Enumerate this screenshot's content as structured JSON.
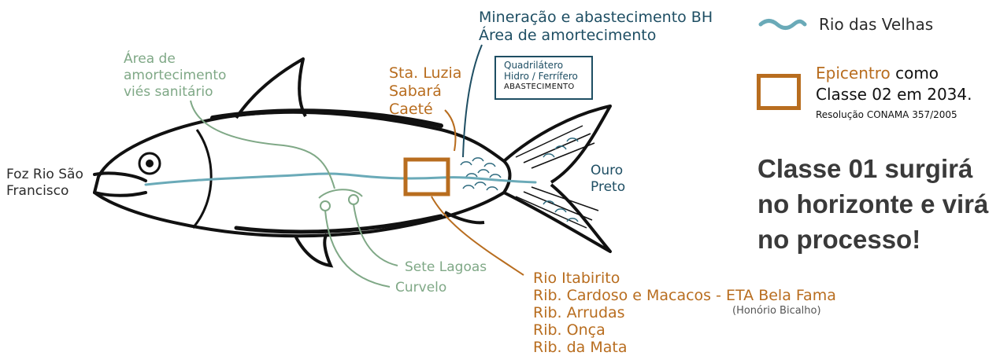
{
  "mouth_label": [
    "Foz Rio São",
    "Francisco"
  ],
  "buffer_sanitary": [
    "Área de",
    "amortecimento",
    "viés sanitário"
  ],
  "cities_east": [
    "Sta. Luzia",
    "Sabará",
    "Caeté"
  ],
  "mining_labels": [
    "Mineração e abastecimento BH",
    "Área de amortecimento"
  ],
  "quadrilatero_box": {
    "line1": "Quadrilátero",
    "line2": "Hidro / Ferrífero",
    "line3": "ABASTECIMENTO"
  },
  "ouro_preto": [
    "Ouro",
    "Preto"
  ],
  "sete_lagoas": "Sete Lagoas",
  "curvelo": "Curvelo",
  "tributaries": [
    "Rio Itabirito",
    "Rib. Cardoso e Macacos - ETA Bela Fama",
    "Rib. Arrudas",
    "Rib. Onça",
    "Rib. da Mata"
  ],
  "honorio_note": "(Honório Bicalho)",
  "legend": {
    "river_label": "Rio das Velhas",
    "epicentro_word": "Epicentro",
    "epicentro_rest": " como",
    "classe_line": "Classe 02 em 2034.",
    "resolucao": "Resolução CONAMA 357/2005"
  },
  "headline": [
    "Classe 01 surgirá",
    "no horizonte e virá",
    "no processo!"
  ],
  "colors": {
    "river": "#6aaab8",
    "orange": "#b86d1f",
    "green": "#7fa886",
    "teal": "#1e4e63",
    "outline": "#111111"
  }
}
